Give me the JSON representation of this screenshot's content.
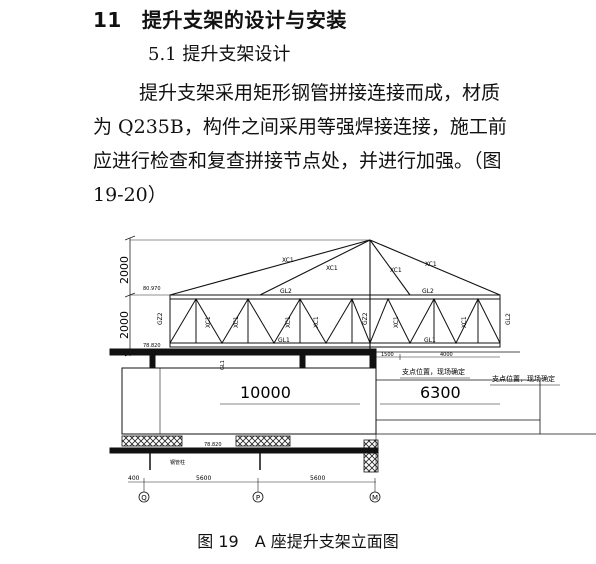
{
  "heading": {
    "number": "11",
    "title": "提升支架的设计与安装"
  },
  "subheading": "5.1  提升支架设计",
  "paragraph": {
    "line1": "提升支架采用矩形钢管拼接连接而成，材质",
    "line2": "为 Q235B，构件之间采用等强焊接连接，施工前",
    "line3": "应进行检查和复查拼接节点处，并进行加强。（图",
    "line4": "19-20）"
  },
  "drawing": {
    "dim_2000_upper": "2000",
    "dim_2000_lower": "2000",
    "elev_top": "80.970",
    "elev_mid": "78.820",
    "elev_low": "78.820",
    "member_xc1": "XC1",
    "member_gl2": "GL2",
    "member_gl1": "GL1",
    "member_gz2": "GZ2",
    "span_10000": "10000",
    "span_6300": "6300",
    "dim_1500": "1500",
    "dim_4000": "4000",
    "note_support_1": "支点位置，现场确定",
    "note_support_2": "支点位置，现场确定",
    "dim_400": "400",
    "dim_5600_a": "5600",
    "dim_5600_b": "5600",
    "axis_q": "Q",
    "axis_p": "P",
    "axis_m": "M",
    "small_label": "GL1",
    "pipe_label": "钢管柱"
  },
  "caption": {
    "figure": "图 19",
    "title": "A 座提升支架立面图"
  }
}
